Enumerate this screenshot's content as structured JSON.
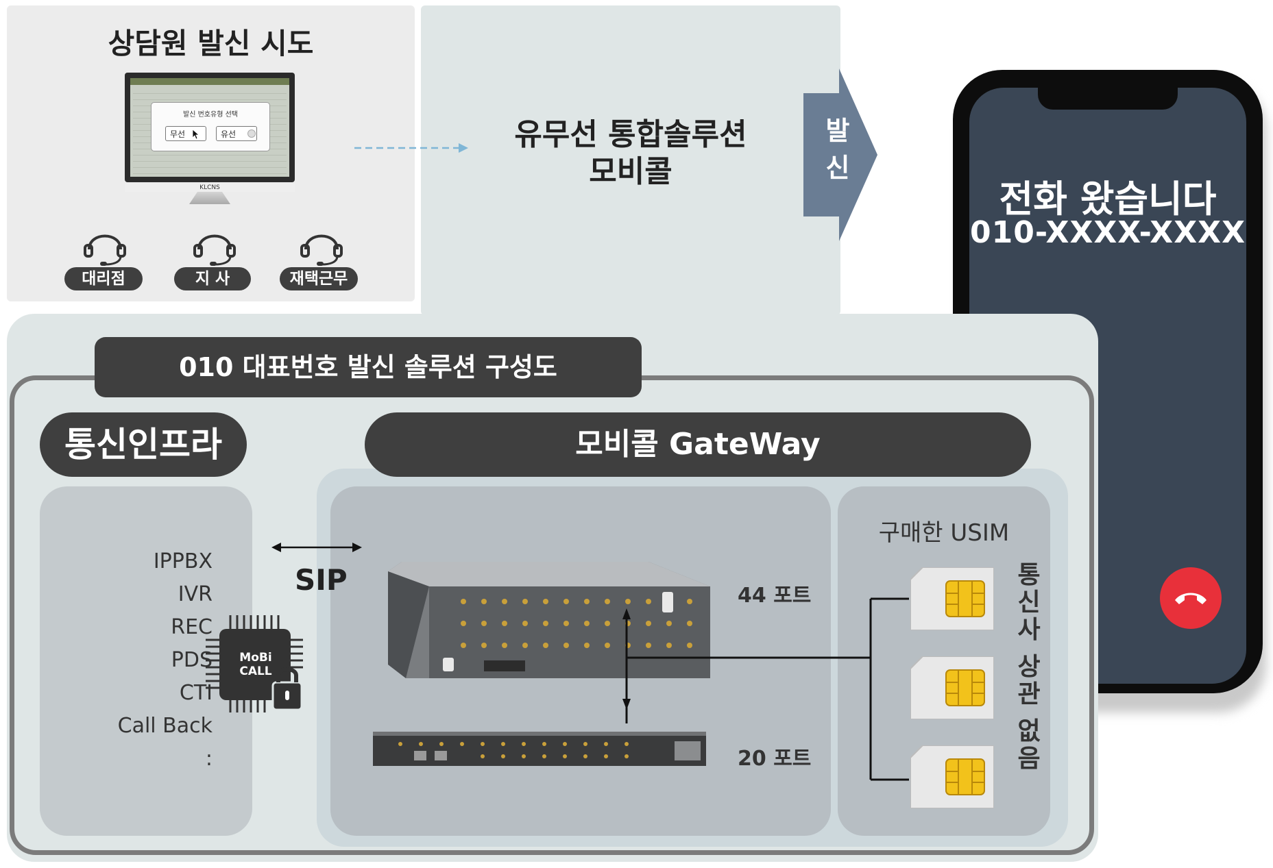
{
  "agent_section": {
    "title": "상담원 발신 시도",
    "monitor": {
      "dialog_title": "발신 번호유형 선택",
      "option_wireless": "무선",
      "option_wired": "유선",
      "brand": "KLCNS"
    },
    "agents": [
      {
        "label": "대리점"
      },
      {
        "label": "지  사"
      },
      {
        "label": "재택근무"
      }
    ]
  },
  "solution": {
    "line1": "유무선 통합솔루션",
    "line2": "모비콜"
  },
  "send_arrow": {
    "line1": "발",
    "line2": "신"
  },
  "phone": {
    "title": "전화 왔습니다",
    "number": "010-XXXX-XXXX"
  },
  "diagram": {
    "title": "010 대표번호 발신 솔루션 구성도",
    "infra": {
      "title": "통신인프라",
      "items": [
        "IPPBX",
        "IVR",
        "REC",
        "PDS",
        "CTI",
        "Call Back",
        ":"
      ]
    },
    "chip": {
      "line1": "MoBi",
      "line2": "CALL"
    },
    "sip_label": "SIP",
    "gateway": {
      "title": "모비콜 GateWay",
      "port_44": "44 포트",
      "port_20": "20 포트"
    },
    "usim": {
      "title": "구매한 USIM",
      "note": "통신사 상관 없음"
    }
  },
  "colors": {
    "dark_pill": "#3f3f3f",
    "panel_bg": "#dfe6e6",
    "send_arrow": "#6a7d94",
    "phone_screen": "#3a4655",
    "hangup": "#e8303a",
    "sim_chip": "#f2c21b",
    "dashed_arrow": "#7fb6d6"
  }
}
